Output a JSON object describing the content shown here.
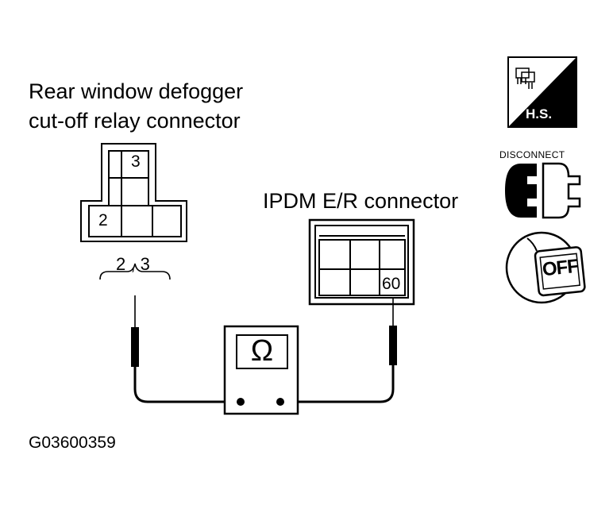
{
  "relay_connector": {
    "title_line1": "Rear window defogger",
    "title_line2": "cut-off relay connector",
    "pins": [
      "3",
      "2"
    ],
    "probe_label": "2 , 3"
  },
  "ipdm_connector": {
    "title": "IPDM E/R connector",
    "pin": "60"
  },
  "meter": {
    "symbol": "Ω"
  },
  "icons": {
    "harness_side": {
      "name": "harness-side-icon",
      "label": "H.S."
    },
    "disconnect": {
      "name": "disconnect-icon",
      "label": "DISCONNECT"
    },
    "ignition": {
      "name": "ignition-key-off-icon",
      "label": "OFF"
    }
  },
  "figure_code": "G03600359"
}
